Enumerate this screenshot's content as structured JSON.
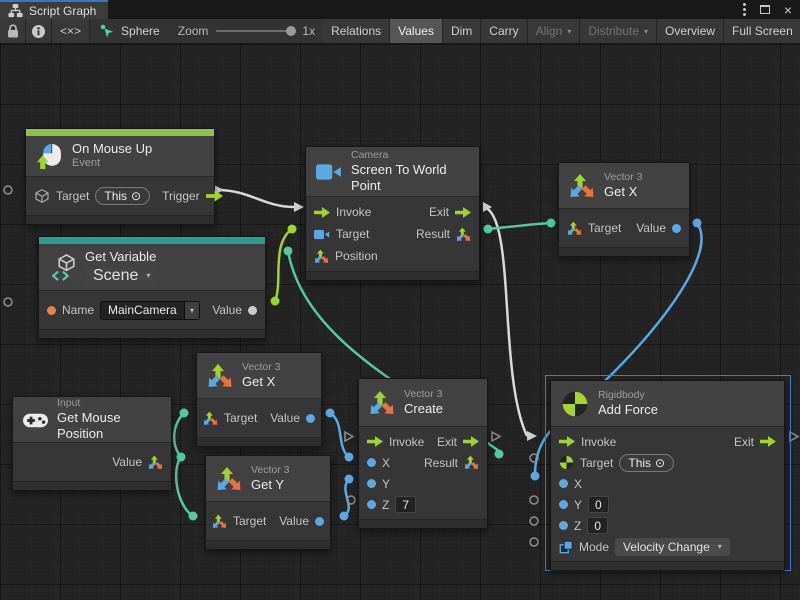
{
  "tab_bar": {
    "title": "Script Graph"
  },
  "window_controls": {
    "close": "×"
  },
  "toolbar": {
    "code_toggle_label": "<×>",
    "breadcrumb_label": "Sphere",
    "zoom_label": "Zoom",
    "zoom_value": "1x",
    "buttons": {
      "relations": "Relations",
      "values": "Values",
      "dim": "Dim",
      "carry": "Carry",
      "align": "Align",
      "distribute": "Distribute",
      "overview": "Overview",
      "full_screen": "Full Screen"
    }
  },
  "glyphs": {
    "caret": "▾",
    "target_picker": "⊙"
  },
  "nodes": {
    "on_mouse_up": {
      "title": "On Mouse Up",
      "subtitle": "Event",
      "target": "Target",
      "target_value": "This",
      "trigger": "Trigger"
    },
    "get_variable": {
      "title": "Get Variable",
      "scope": "Scene",
      "name": "Name",
      "name_value": "MainCamera",
      "value": "Value"
    },
    "screen_to_world": {
      "category": "Camera",
      "title": "Screen To World Point",
      "invoke": "Invoke",
      "exit": "Exit",
      "target": "Target",
      "result": "Result",
      "position": "Position"
    },
    "get_x_top": {
      "category": "Vector 3",
      "title": "Get X",
      "target": "Target",
      "value": "Value"
    },
    "get_mouse_position": {
      "category": "Input",
      "title": "Get Mouse Position",
      "value": "Value"
    },
    "get_x_mid": {
      "category": "Vector 3",
      "title": "Get X",
      "target": "Target",
      "value": "Value"
    },
    "get_y": {
      "category": "Vector 3",
      "title": "Get Y",
      "target": "Target",
      "value": "Value"
    },
    "vector3_create": {
      "category": "Vector 3",
      "title": "Create",
      "invoke": "Invoke",
      "exit": "Exit",
      "x": "X",
      "y": "Y",
      "z": "Z",
      "z_value": "7",
      "result": "Result"
    },
    "add_force": {
      "category": "Rigidbody",
      "title": "Add Force",
      "invoke": "Invoke",
      "exit": "Exit",
      "target": "Target",
      "target_value": "This",
      "x": "X",
      "y": "Y",
      "y_value": "0",
      "z": "Z",
      "z_value": "0",
      "mode": "Mode",
      "mode_value": "Velocity Change"
    }
  },
  "colors": {
    "flow_green": "#9fd32e",
    "teal_wire": "#53c9a1",
    "blue_wire": "#59a9e2",
    "lime_wire": "#9fd32e",
    "white_wire": "#d9d9d9",
    "orange_port": "#e8863f",
    "selection_blue": "#3e7dd9",
    "event_bar": "#8bc34a",
    "variable_bar": "#2c9e8f"
  },
  "connections": [
    {
      "from": "On Mouse Up.Trigger",
      "to": "Screen To World Point.Invoke"
    },
    {
      "from": "Screen To World Point.Exit",
      "to": "Add Force.Invoke"
    },
    {
      "from": "Get Variable.Value",
      "to": "Screen To World Point.Target"
    },
    {
      "from": "Vector 3 Create.Result",
      "to": "Screen To World Point.Position"
    },
    {
      "from": "Screen To World Point.Result",
      "to": "Vector 3 Get X (top).Target"
    },
    {
      "from": "Vector 3 Get X (top).Value",
      "to": "Add Force.X"
    },
    {
      "from": "Get Mouse Position.Value",
      "to": "Vector 3 Get X.Target"
    },
    {
      "from": "Get Mouse Position.Value",
      "to": "Vector 3 Get Y.Target"
    },
    {
      "from": "Vector 3 Get X.Value",
      "to": "Vector 3 Create.X"
    },
    {
      "from": "Vector 3 Get Y.Value",
      "to": "Vector 3 Create.Y"
    }
  ]
}
